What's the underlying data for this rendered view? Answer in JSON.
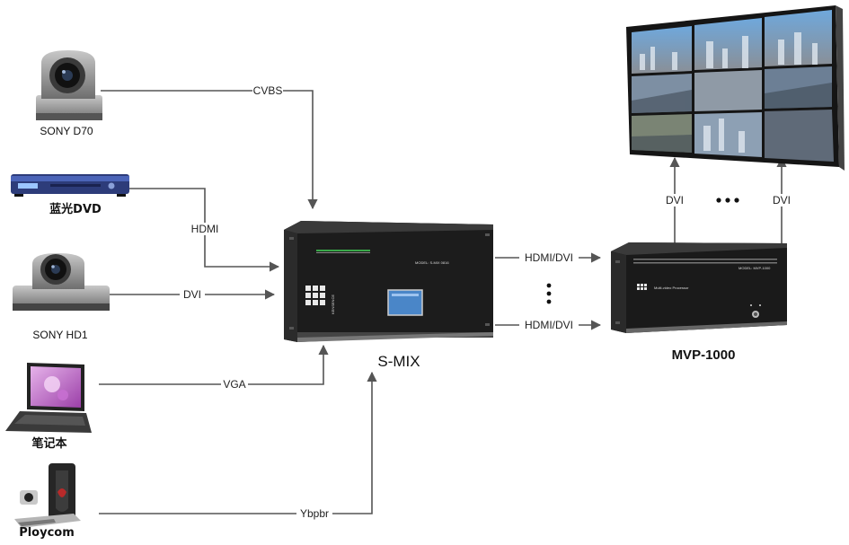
{
  "devices": {
    "camera1": "SONY D70",
    "dvd": "蓝光DVD",
    "camera2": "SONY HD1",
    "laptop": "笔记本",
    "ploycom": "Ploycom",
    "switcher": "S-MIX",
    "processor": "MVP-1000"
  },
  "connections": {
    "cvbs": "CVBS",
    "hdmi": "HDMI",
    "dvi_in": "DVI",
    "vga": "VGA",
    "ybpbr": "Ybpbr",
    "out1": "HDMI/DVI",
    "out2": "HDMI/DVI",
    "wall1": "DVI",
    "wall2": "DVI"
  },
  "panels": {
    "brand": "KENSENCE",
    "smix_model": "MODEL: S-MIX 0816",
    "mvp_model": "MODEL: MVP-1000",
    "mvp_title": "Multi-video Processor"
  },
  "colors": {
    "wire": "#555555",
    "chassis": "#1c1c1c",
    "screen": "#4a86c8"
  }
}
